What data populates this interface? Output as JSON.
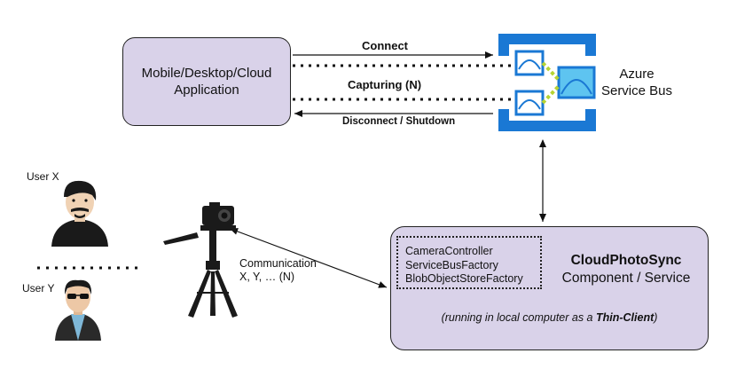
{
  "app_box": {
    "label_line1": "Mobile/Desktop/Cloud",
    "label_line2": "Application"
  },
  "arrows": {
    "connect": "Connect",
    "capturing": "Capturing (N)",
    "disconnect": "Disconnect / Shutdown"
  },
  "azure": {
    "label_line1": "Azure",
    "label_line2": "Service Bus"
  },
  "users": {
    "user_x": "User X",
    "user_y": "User Y"
  },
  "communication": {
    "line1": "Communication",
    "line2": "X, Y, … (N)"
  },
  "cloudphotosync": {
    "components": [
      "CameraController",
      "ServiceBusFactory",
      "BlobObjectStoreFactory"
    ],
    "title": "CloudPhotoSync",
    "subtitle": "Component / Service",
    "note_prefix": "(running in local computer as a ",
    "note_bold": "Thin-Client",
    "note_suffix": ")"
  },
  "colors": {
    "box_fill": "#d9d2e9",
    "azure_blue": "#1a78d4",
    "azure_light": "#5ec4f0",
    "azure_green": "#b5d334"
  }
}
